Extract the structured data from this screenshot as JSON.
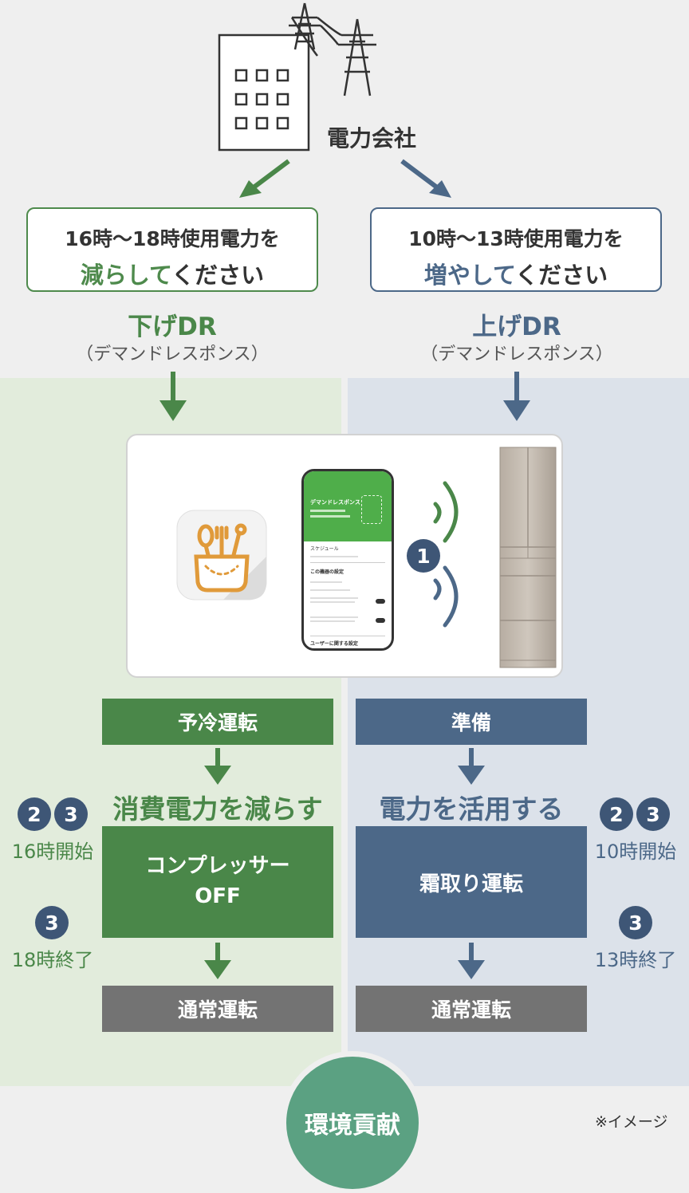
{
  "company": {
    "label": "電力会社"
  },
  "left": {
    "request_line1": "16時〜18時使用電力を",
    "request_highlight": "減らして",
    "request_rest": "ください",
    "dr_title": "下げDR",
    "dr_subtitle": "（デマンドレスポンス）",
    "step1": "予冷運転",
    "heading": "消費電力を減らす",
    "main_box_line1": "コンプレッサー",
    "main_box_line2": "OFF",
    "final": "通常運転",
    "badge_a": "2",
    "badge_b": "3",
    "start_label": "16時開始",
    "badge_end": "3",
    "end_label": "18時終了",
    "color": "#4a8749"
  },
  "right": {
    "request_line1": "10時〜13時使用電力を",
    "request_highlight": "増やして",
    "request_rest": "ください",
    "dr_title": "上げDR",
    "dr_subtitle": "（デマンドレスポンス）",
    "step1": "準備",
    "heading": "電力を活用する",
    "main_box": "霜取り運転",
    "final": "通常運転",
    "badge_a": "2",
    "badge_b": "3",
    "start_label": "10時開始",
    "badge_end": "3",
    "end_label": "13時終了",
    "color": "#4c6888"
  },
  "device": {
    "badge": "1",
    "app_icon": "kitchen-utensils-pocket-app-icon",
    "phone": {
      "header": "デマンドレスポンス",
      "schedule_label": "スケジュール",
      "device_settings_label": "この機器の設定",
      "user_settings_label": "ユーザーに関する設定"
    },
    "fridge": "refrigerator-image"
  },
  "eco_label": "環境貢献",
  "note": "※イメージ"
}
